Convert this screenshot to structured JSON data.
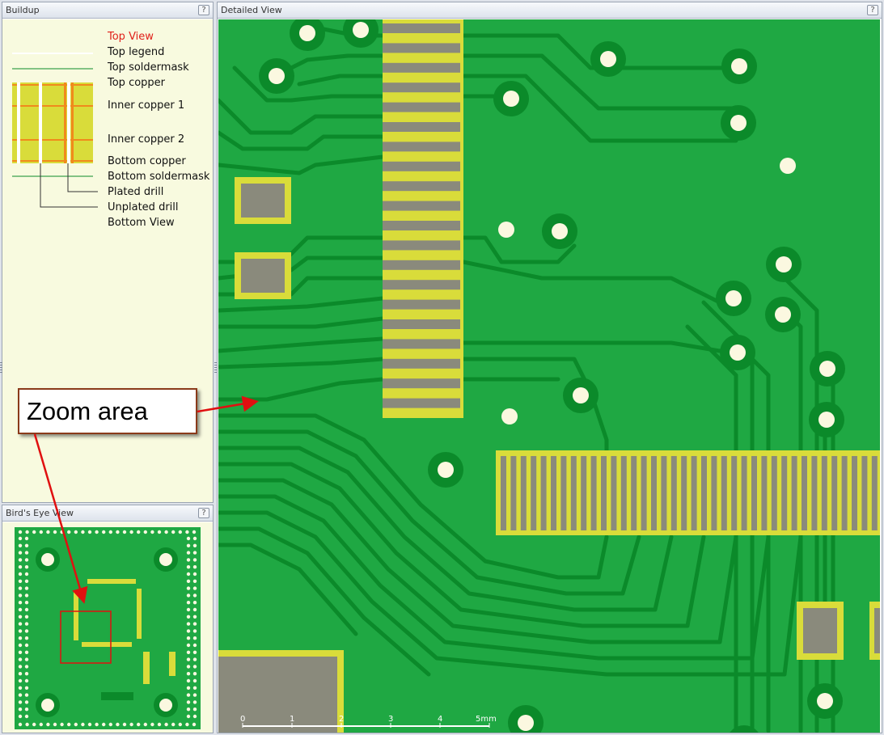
{
  "buildup": {
    "title": "Buildup",
    "help": "?",
    "layers": [
      {
        "label": "Top View",
        "active": true
      },
      {
        "label": "Top legend",
        "active": false
      },
      {
        "label": "Top soldermask",
        "active": false
      },
      {
        "label": "Top copper",
        "active": false
      },
      {
        "label": "Inner copper 1",
        "active": false
      },
      {
        "label": "Inner copper 2",
        "active": false
      },
      {
        "label": "Bottom copper",
        "active": false
      },
      {
        "label": "Bottom soldermask",
        "active": false
      },
      {
        "label": "Plated drill",
        "active": false
      },
      {
        "label": "Unplated drill",
        "active": false
      },
      {
        "label": "Bottom View",
        "active": false
      }
    ]
  },
  "birds_eye": {
    "title": "Bird's Eye View",
    "help": "?"
  },
  "detailed": {
    "title": "Detailed View",
    "help": "?",
    "scale": {
      "ticks": [
        "0",
        "1",
        "2",
        "3",
        "4",
        "5mm"
      ]
    }
  },
  "callout": {
    "text": "Zoom area"
  },
  "colors": {
    "board": "#1fa843",
    "trace": "#0b8a2a",
    "pad_yellow": "#d9dc3a",
    "pad_gray": "#8a8a7c",
    "hole": "#fbf8e0",
    "active_label": "#e0201a",
    "arrow": "#e01010"
  }
}
